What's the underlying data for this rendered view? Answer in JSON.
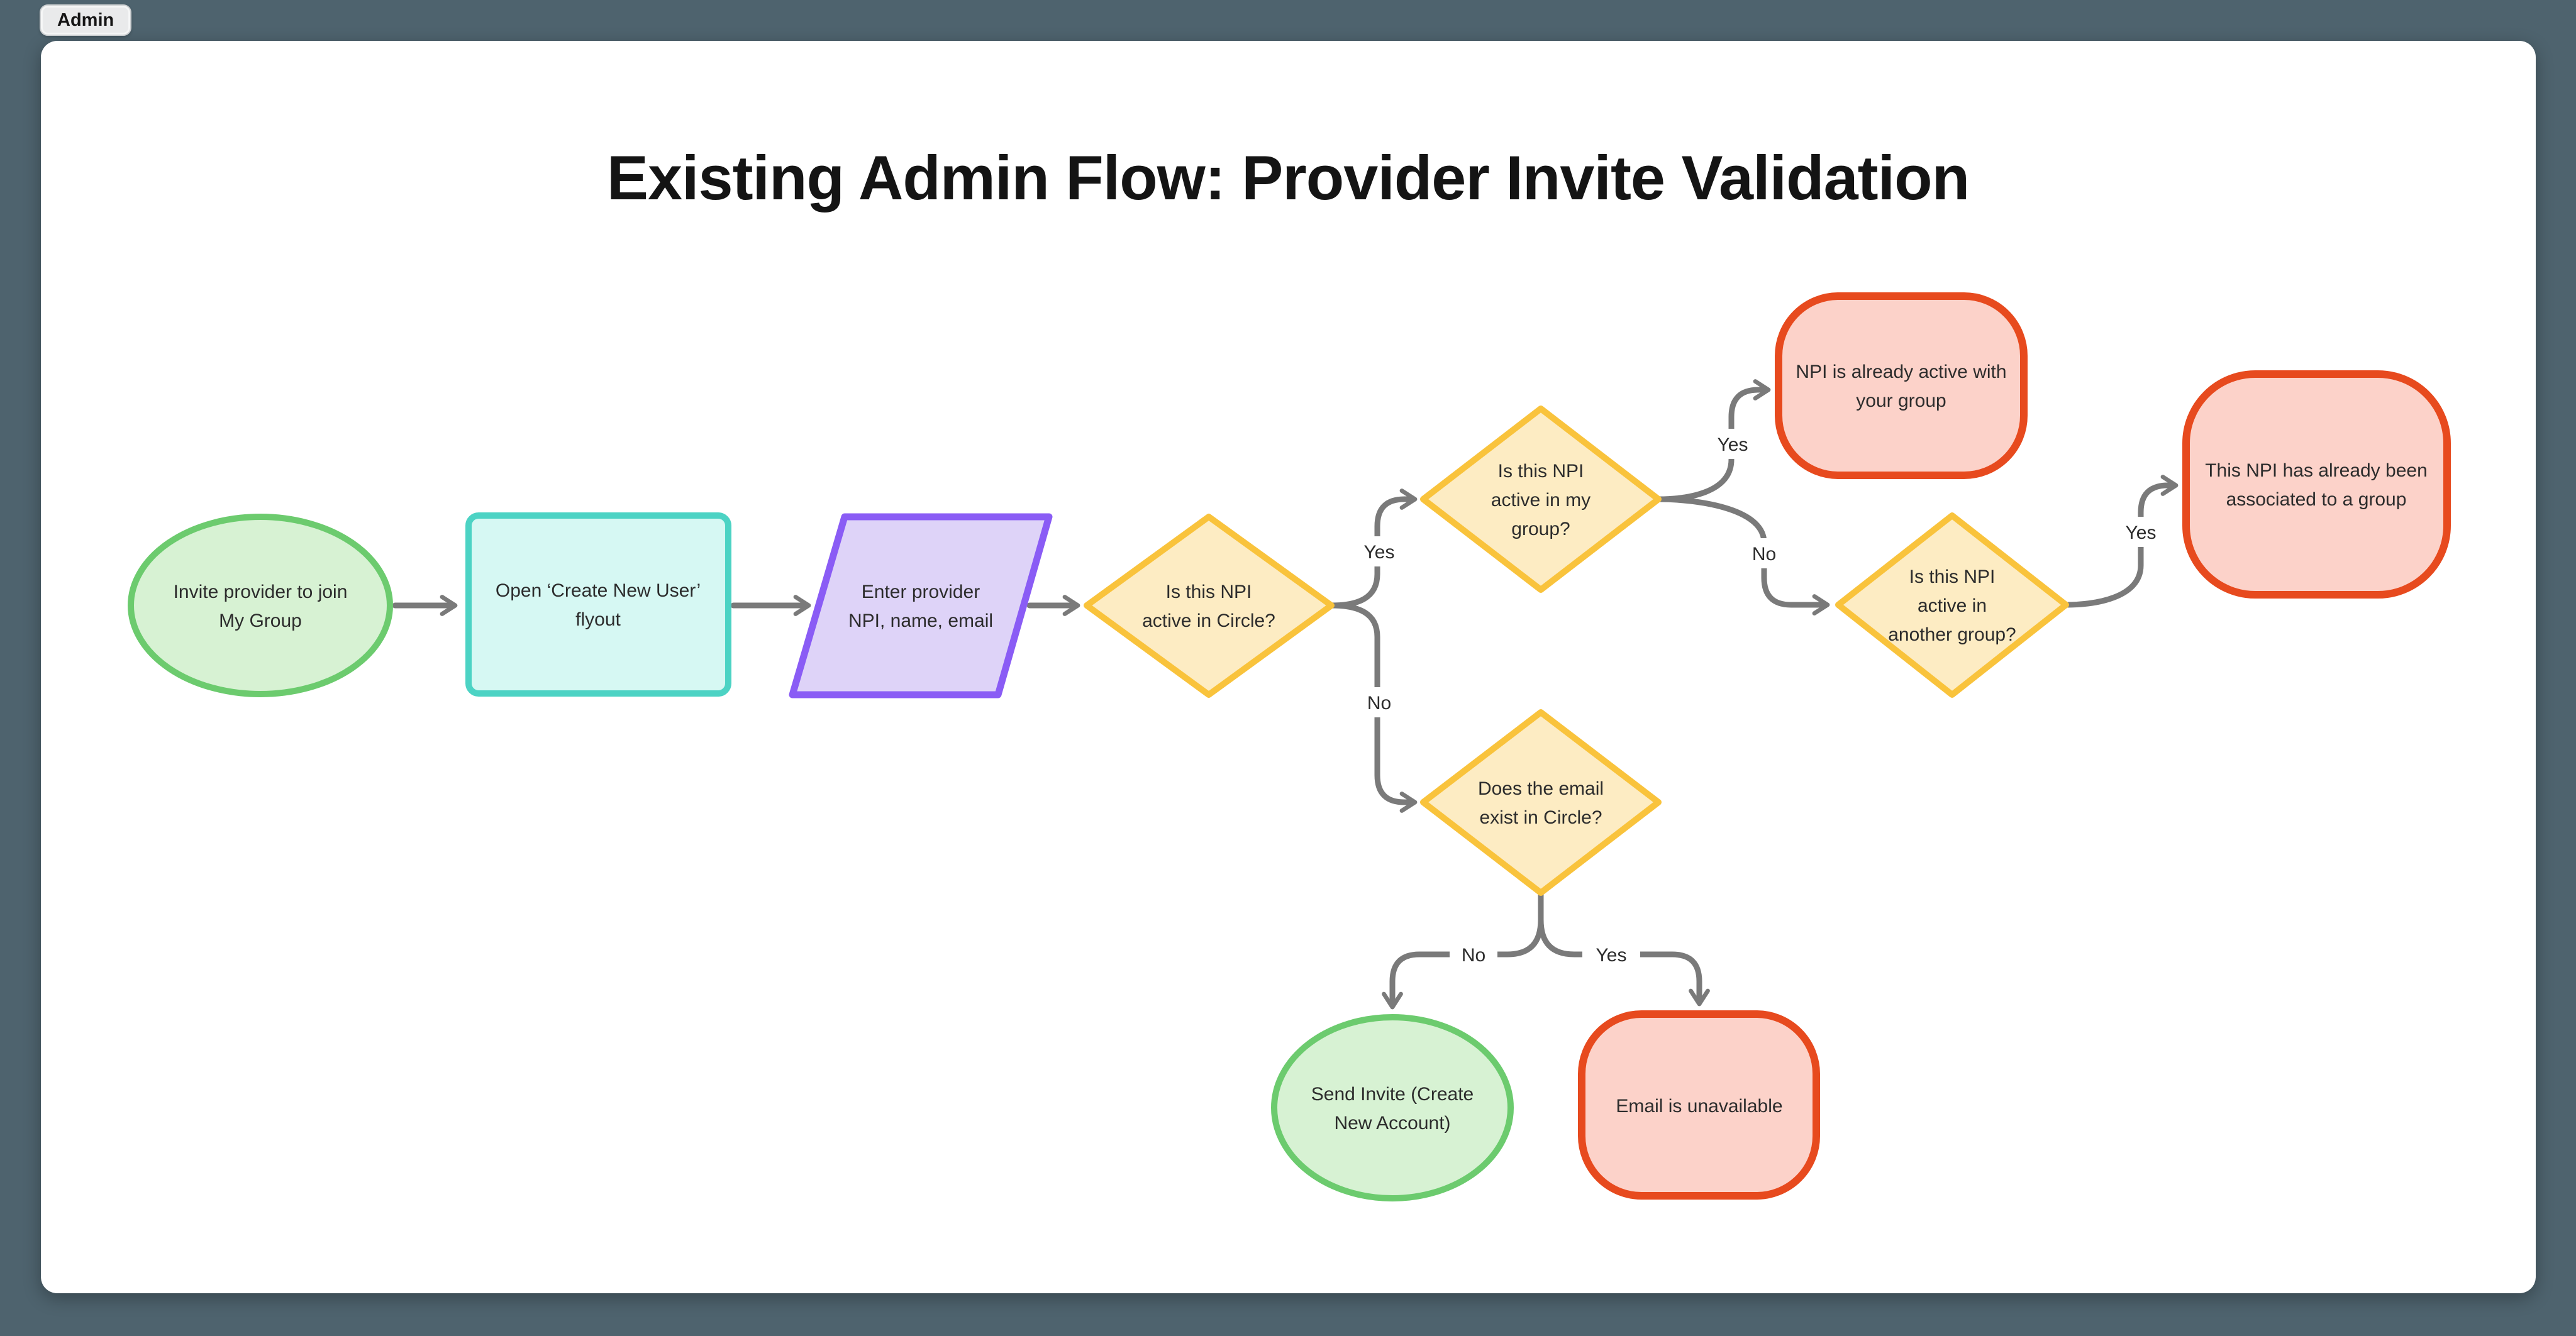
{
  "app": {
    "tab": "Admin"
  },
  "diagram": {
    "title": "Existing Admin Flow: Provider Invite Validation",
    "nodes": {
      "invite": {
        "type": "ellipse",
        "lines": [
          "Invite provider to join",
          "My Group"
        ]
      },
      "open_flyout": {
        "type": "rectangle",
        "lines": [
          "Open ‘Create New User’",
          "flyout"
        ]
      },
      "enter_info": {
        "type": "parallelogram",
        "lines": [
          "Enter provider",
          "NPI, name, email"
        ]
      },
      "npi_active_circle": {
        "type": "diamond",
        "lines": [
          "Is this NPI",
          "active in Circle?"
        ]
      },
      "npi_active_my_group": {
        "type": "diamond",
        "lines": [
          "Is this NPI",
          "active in my",
          "group?"
        ]
      },
      "npi_already_active": {
        "type": "rounded-rect",
        "lines": [
          "NPI is already active with",
          "your group"
        ]
      },
      "npi_active_another": {
        "type": "diamond",
        "lines": [
          "Is this NPI",
          "active in",
          "another group?"
        ]
      },
      "npi_associated": {
        "type": "rounded-rect",
        "lines": [
          "This NPI has already been",
          "associated to a group"
        ]
      },
      "email_exists": {
        "type": "diamond",
        "lines": [
          "Does the email",
          "exist in Circle?"
        ]
      },
      "send_invite": {
        "type": "ellipse",
        "lines": [
          "Send Invite (Create",
          "New Account)"
        ]
      },
      "email_unavailable": {
        "type": "rounded-rect",
        "lines": [
          "Email is unavailable"
        ]
      }
    },
    "edge_labels": {
      "circle_yes": "Yes",
      "circle_no": "No",
      "my_group_yes": "Yes",
      "my_group_no": "No",
      "another_group_yes": "Yes",
      "email_no": "No",
      "email_yes": "Yes"
    },
    "colors": {
      "background": "#4e636e",
      "canvas": "#ffffff",
      "connector": "#7a7a7a",
      "green_fill": "#d7f2d3",
      "green_stroke": "#6ccb6e",
      "teal_fill": "#d6f8f3",
      "teal_stroke": "#4cd3c4",
      "purple_fill": "#ded3f8",
      "purple_stroke": "#8a5cf5",
      "amber_fill": "#fdecc3",
      "amber_stroke": "#f9c33c",
      "red_fill": "#fcd2c9",
      "red_stroke": "#e74a1e",
      "ink": "#2c2c2c"
    }
  }
}
